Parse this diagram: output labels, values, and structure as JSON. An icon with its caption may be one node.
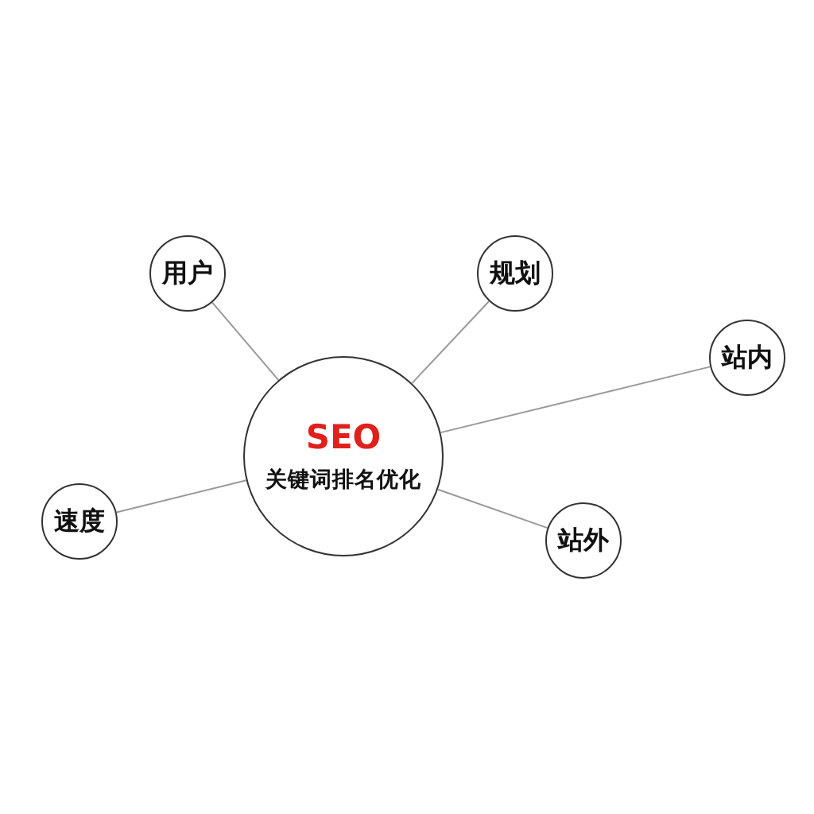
{
  "diagram": {
    "nodes": [
      {
        "text": [
          "SEO",
          "关键词排名优化"
        ]
      },
      {
        "text": [
          "用户"
        ]
      },
      {
        "text": [
          "规划"
        ]
      },
      {
        "text": [
          "站内"
        ]
      },
      {
        "text": [
          "速度"
        ]
      },
      {
        "text": [
          "站外"
        ]
      }
    ],
    "edges": [
      {
        "from": 0,
        "to": 1,
        "arrow": "none"
      },
      {
        "from": 0,
        "to": 2,
        "arrow": "none"
      },
      {
        "from": 0,
        "to": 3,
        "arrow": "none"
      },
      {
        "from": 0,
        "to": 4,
        "arrow": "none"
      },
      {
        "from": 0,
        "to": 5,
        "arrow": "none"
      }
    ]
  }
}
